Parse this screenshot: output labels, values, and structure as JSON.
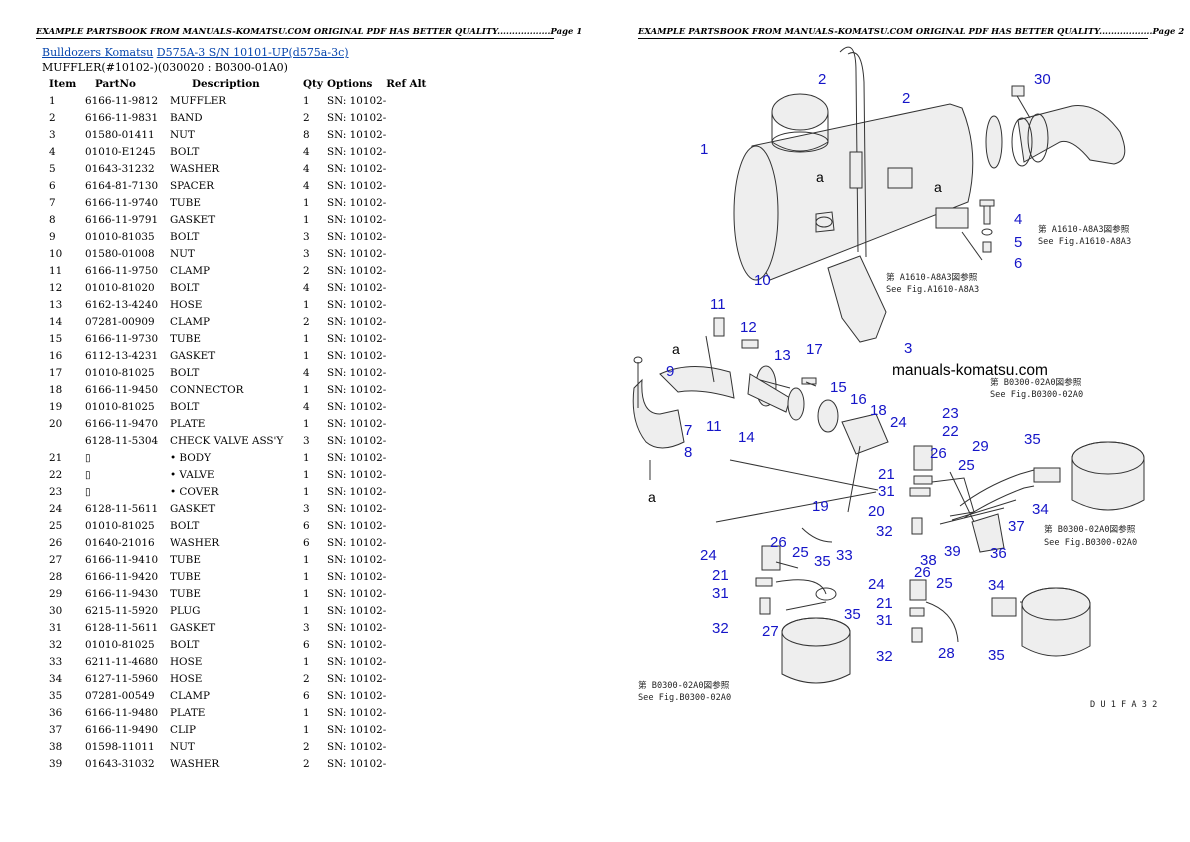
{
  "header": {
    "page1": "EXAMPLE PARTSBOOK FROM MANUALS-KOMATSU.COM ORIGINAL PDF HAS BETTER QUALITY..................Page 1",
    "page2": "EXAMPLE PARTSBOOK FROM MANUALS-KOMATSU.COM ORIGINAL PDF HAS BETTER QUALITY..................Page 2"
  },
  "breadcrumb": {
    "category": "Bulldozers Komatsu",
    "model": "D575A-3 S/N 10101-UP(d575a-3c)"
  },
  "subtitle": "MUFFLER(#10102-)(030020 : B0300-01A0)",
  "table": {
    "columns": [
      "Item",
      "PartNo",
      "Description",
      "Qty",
      "Options",
      "Ref Alt"
    ],
    "rows": [
      {
        "item": "1",
        "partno": "6166-11-9812",
        "desc": "MUFFLER",
        "qty": "1",
        "options": "SN: 10102-",
        "ref": ""
      },
      {
        "item": "2",
        "partno": "6166-11-9831",
        "desc": "BAND",
        "qty": "2",
        "options": "SN: 10102-",
        "ref": ""
      },
      {
        "item": "3",
        "partno": "01580-01411",
        "desc": "NUT",
        "qty": "8",
        "options": "SN: 10102-",
        "ref": ""
      },
      {
        "item": "4",
        "partno": "01010-E1245",
        "desc": "BOLT",
        "qty": "4",
        "options": "SN: 10102-",
        "ref": ""
      },
      {
        "item": "5",
        "partno": "01643-31232",
        "desc": "WASHER",
        "qty": "4",
        "options": "SN: 10102-",
        "ref": ""
      },
      {
        "item": "6",
        "partno": "6164-81-7130",
        "desc": "SPACER",
        "qty": "4",
        "options": "SN: 10102-",
        "ref": ""
      },
      {
        "item": "7",
        "partno": "6166-11-9740",
        "desc": "TUBE",
        "qty": "1",
        "options": "SN: 10102-",
        "ref": ""
      },
      {
        "item": "8",
        "partno": "6166-11-9791",
        "desc": "GASKET",
        "qty": "1",
        "options": "SN: 10102-",
        "ref": ""
      },
      {
        "item": "9",
        "partno": "01010-81035",
        "desc": "BOLT",
        "qty": "3",
        "options": "SN: 10102-",
        "ref": ""
      },
      {
        "item": "10",
        "partno": "01580-01008",
        "desc": "NUT",
        "qty": "3",
        "options": "SN: 10102-",
        "ref": ""
      },
      {
        "item": "11",
        "partno": "6166-11-9750",
        "desc": "CLAMP",
        "qty": "2",
        "options": "SN: 10102-",
        "ref": ""
      },
      {
        "item": "12",
        "partno": "01010-81020",
        "desc": "BOLT",
        "qty": "4",
        "options": "SN: 10102-",
        "ref": ""
      },
      {
        "item": "13",
        "partno": "6162-13-4240",
        "desc": "HOSE",
        "qty": "1",
        "options": "SN: 10102-",
        "ref": ""
      },
      {
        "item": "14",
        "partno": "07281-00909",
        "desc": "CLAMP",
        "qty": "2",
        "options": "SN: 10102-",
        "ref": ""
      },
      {
        "item": "15",
        "partno": "6166-11-9730",
        "desc": "TUBE",
        "qty": "1",
        "options": "SN: 10102-",
        "ref": ""
      },
      {
        "item": "16",
        "partno": "6112-13-4231",
        "desc": "GASKET",
        "qty": "1",
        "options": "SN: 10102-",
        "ref": ""
      },
      {
        "item": "17",
        "partno": "01010-81025",
        "desc": "BOLT",
        "qty": "4",
        "options": "SN: 10102-",
        "ref": ""
      },
      {
        "item": "18",
        "partno": "6166-11-9450",
        "desc": "CONNECTOR",
        "qty": "1",
        "options": "SN: 10102-",
        "ref": ""
      },
      {
        "item": "19",
        "partno": "01010-81025",
        "desc": "BOLT",
        "qty": "4",
        "options": "SN: 10102-",
        "ref": ""
      },
      {
        "item": "20",
        "partno": "6166-11-9470",
        "desc": "PLATE",
        "qty": "1",
        "options": "SN: 10102-",
        "ref": ""
      },
      {
        "item": "",
        "partno": "6128-11-5304",
        "desc": "CHECK VALVE ASS'Y",
        "qty": "3",
        "options": "SN: 10102-",
        "ref": ""
      },
      {
        "item": "21",
        "partno": "▯",
        "desc": "• BODY",
        "qty": "1",
        "options": "SN: 10102-",
        "ref": ""
      },
      {
        "item": "22",
        "partno": "▯",
        "desc": "• VALVE",
        "qty": "1",
        "options": "SN: 10102-",
        "ref": ""
      },
      {
        "item": "23",
        "partno": "▯",
        "desc": "• COVER",
        "qty": "1",
        "options": "SN: 10102-",
        "ref": ""
      },
      {
        "item": "24",
        "partno": "6128-11-5611",
        "desc": "GASKET",
        "qty": "3",
        "options": "SN: 10102-",
        "ref": ""
      },
      {
        "item": "25",
        "partno": "01010-81025",
        "desc": "BOLT",
        "qty": "6",
        "options": "SN: 10102-",
        "ref": ""
      },
      {
        "item": "26",
        "partno": "01640-21016",
        "desc": "WASHER",
        "qty": "6",
        "options": "SN: 10102-",
        "ref": ""
      },
      {
        "item": "27",
        "partno": "6166-11-9410",
        "desc": "TUBE",
        "qty": "1",
        "options": "SN: 10102-",
        "ref": ""
      },
      {
        "item": "28",
        "partno": "6166-11-9420",
        "desc": "TUBE",
        "qty": "1",
        "options": "SN: 10102-",
        "ref": ""
      },
      {
        "item": "29",
        "partno": "6166-11-9430",
        "desc": "TUBE",
        "qty": "1",
        "options": "SN: 10102-",
        "ref": ""
      },
      {
        "item": "30",
        "partno": "6215-11-5920",
        "desc": "PLUG",
        "qty": "1",
        "options": "SN: 10102-",
        "ref": ""
      },
      {
        "item": "31",
        "partno": "6128-11-5611",
        "desc": "GASKET",
        "qty": "3",
        "options": "SN: 10102-",
        "ref": ""
      },
      {
        "item": "32",
        "partno": "01010-81025",
        "desc": "BOLT",
        "qty": "6",
        "options": "SN: 10102-",
        "ref": ""
      },
      {
        "item": "33",
        "partno": "6211-11-4680",
        "desc": "HOSE",
        "qty": "1",
        "options": "SN: 10102-",
        "ref": ""
      },
      {
        "item": "34",
        "partno": "6127-11-5960",
        "desc": "HOSE",
        "qty": "2",
        "options": "SN: 10102-",
        "ref": ""
      },
      {
        "item": "35",
        "partno": "07281-00549",
        "desc": "CLAMP",
        "qty": "6",
        "options": "SN: 10102-",
        "ref": ""
      },
      {
        "item": "36",
        "partno": "6166-11-9480",
        "desc": "PLATE",
        "qty": "1",
        "options": "SN: 10102-",
        "ref": ""
      },
      {
        "item": "37",
        "partno": "6166-11-9490",
        "desc": "CLIP",
        "qty": "1",
        "options": "SN: 10102-",
        "ref": ""
      },
      {
        "item": "38",
        "partno": "01598-11011",
        "desc": "NUT",
        "qty": "2",
        "options": "SN: 10102-",
        "ref": ""
      },
      {
        "item": "39",
        "partno": "01643-31032",
        "desc": "WASHER",
        "qty": "2",
        "options": "SN: 10102-",
        "ref": ""
      }
    ]
  },
  "diagram": {
    "watermark": "manuals-komatsu.com",
    "ref_jp_a1610": "第 A1610-A8A3図参照",
    "ref_en_a1610": "See Fig.A1610-A8A3",
    "ref_jp_b0300": "第 B0300-02A0図参照",
    "ref_en_b0300": "See Fig.B0300-02A0",
    "view_marker": "a",
    "drawing_code": "D U 1 F A 3 2",
    "callouts": [
      "1",
      "2",
      "2",
      "3",
      "4",
      "5",
      "6",
      "7",
      "8",
      "9",
      "10",
      "11",
      "11",
      "12",
      "13",
      "14",
      "15",
      "16",
      "17",
      "18",
      "19",
      "20",
      "21",
      "21",
      "21",
      "22",
      "23",
      "24",
      "24",
      "24",
      "25",
      "25",
      "25",
      "26",
      "26",
      "26",
      "27",
      "28",
      "29",
      "30",
      "31",
      "31",
      "31",
      "32",
      "32",
      "32",
      "33",
      "34",
      "34",
      "35",
      "35",
      "35",
      "35",
      "36",
      "37",
      "38",
      "39"
    ]
  }
}
